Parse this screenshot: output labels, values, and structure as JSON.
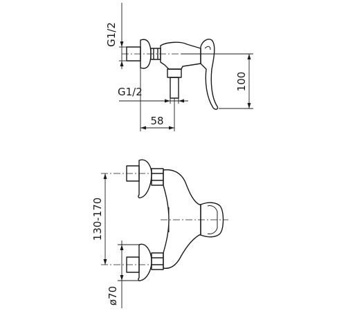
{
  "labels": {
    "inlet_thread_top": "G1/2",
    "outlet_thread": "G1/2",
    "projection": "58",
    "height": "100",
    "center_distance": "130-170",
    "escutcheon_diameter": "ø70"
  },
  "colors": {
    "line": "#1a1a1a",
    "background": "#ffffff"
  }
}
